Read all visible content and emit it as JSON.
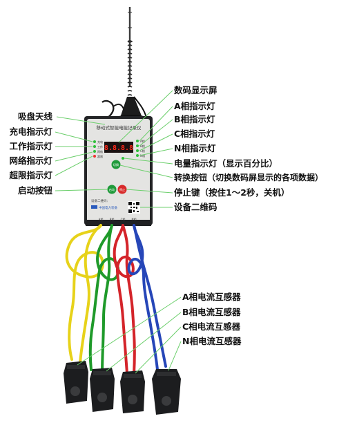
{
  "left_labels": {
    "antenna": "吸盘天线",
    "charge_led": "充电指示灯",
    "work_led": "工作指示灯",
    "network_led": "网络指示灯",
    "overlimit_led": "超限指示灯",
    "start_button": "启动按钮"
  },
  "right_labels": {
    "display": "数码显示屏",
    "a_led": "A相指示灯",
    "b_led": "B相指示灯",
    "c_led": "C相指示灯",
    "n_led": "N相指示灯",
    "power_led": "电量指示灯（显示百分比）",
    "switch_button": "转换按钮（切换数码屏显示的各项数据）",
    "stop_button": "停止键（按住1～2秒，关机）",
    "qr_code": "设备二维码"
  },
  "ct_labels": {
    "a": "A相电流互感器",
    "b": "B相电流互感器",
    "c": "C相电流互感器",
    "n": "N相电流互感器"
  },
  "device": {
    "title": "移动式智能电能记录仪",
    "display_value": "8.8.8.8",
    "start_text": "启动",
    "stop_text": "停止",
    "switch_text": "切换",
    "device_no_label": "设备二维码：",
    "brand_text": "中国电力装备",
    "left_led_labels": [
      "充电",
      "工作",
      "网络",
      "超限"
    ],
    "right_led_labels": [
      "A相",
      "B相",
      "C相",
      "N相"
    ],
    "port_labels": [
      "A相",
      "B相",
      "C相",
      "N相"
    ]
  },
  "colors": {
    "body": "#2a2b2e",
    "panel": "#e4e4e2",
    "display": "#1b1111",
    "display_digits": "#ff2a1a",
    "wire_a": "#e7d21a",
    "wire_b": "#1f9a2a",
    "wire_c": "#d4242a",
    "wire_n": "#2646b8",
    "leader": "#6ccf6c"
  }
}
